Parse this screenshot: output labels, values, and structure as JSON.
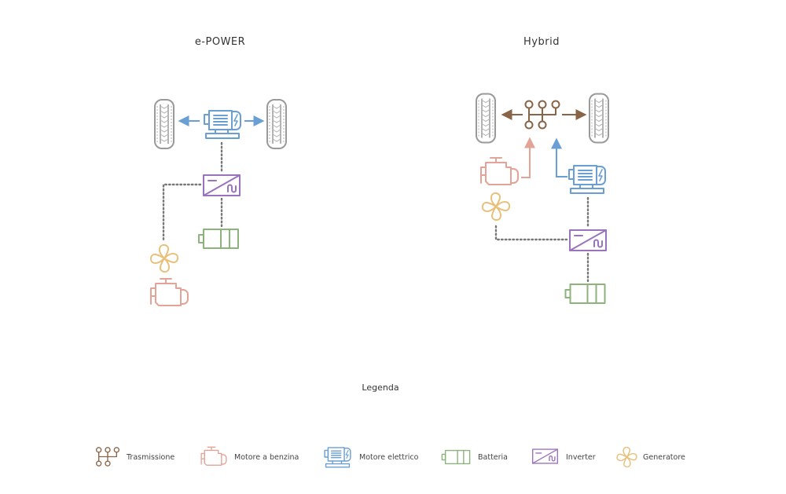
{
  "diagrams": {
    "epower": {
      "title": "e-POWER"
    },
    "hybrid": {
      "title": "Hybrid"
    }
  },
  "legend": {
    "title": "Legenda",
    "items": [
      {
        "label": "Trasmissione",
        "icon": "transmission-icon",
        "color": "#8a6446"
      },
      {
        "label": "Motore a benzina",
        "icon": "petrol-engine-icon",
        "color": "#e3a497"
      },
      {
        "label": "Motore elettrico",
        "icon": "electric-motor-icon",
        "color": "#6a9fd4"
      },
      {
        "label": "Batteria",
        "icon": "battery-icon",
        "color": "#8db37c"
      },
      {
        "label": "Inverter",
        "icon": "inverter-icon",
        "color": "#9a73bf"
      },
      {
        "label": "Generatore",
        "icon": "generator-icon",
        "color": "#e8c07a"
      }
    ]
  },
  "colors": {
    "tire": "#9a9a9a",
    "link": "#777777"
  }
}
